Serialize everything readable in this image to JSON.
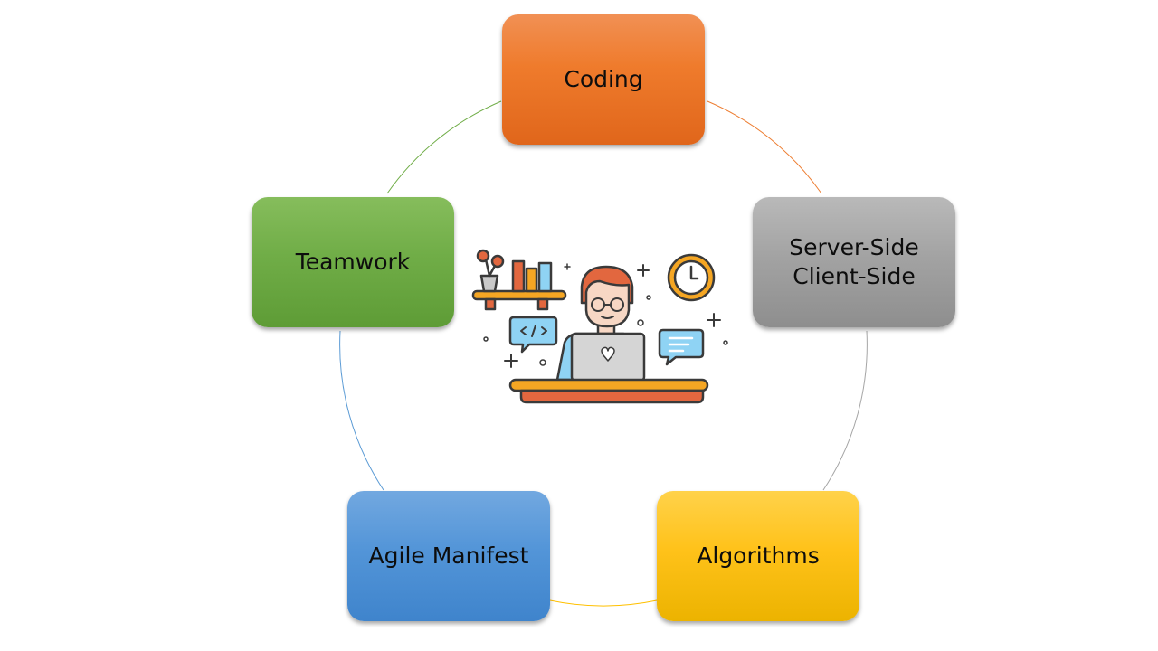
{
  "diagram": {
    "nodes": [
      {
        "id": "coding",
        "lines": [
          "Coding"
        ],
        "color": "#ef7b2c"
      },
      {
        "id": "server",
        "lines": [
          "Server-Side",
          "Client-Side"
        ],
        "color": "#a5a5a5"
      },
      {
        "id": "algorithms",
        "lines": [
          "Algorithms"
        ],
        "color": "#ffc000"
      },
      {
        "id": "agile",
        "lines": [
          "Agile Manifest"
        ],
        "color": "#5b9bd5"
      },
      {
        "id": "teamwork",
        "lines": [
          "Teamwork"
        ],
        "color": "#70ad47"
      }
    ],
    "connector_colors": [
      "#ed7d31",
      "#a5a5a5",
      "#ffc000",
      "#5b9bd5",
      "#70ad47"
    ],
    "center_icon": "developer-at-laptop-illustration"
  }
}
